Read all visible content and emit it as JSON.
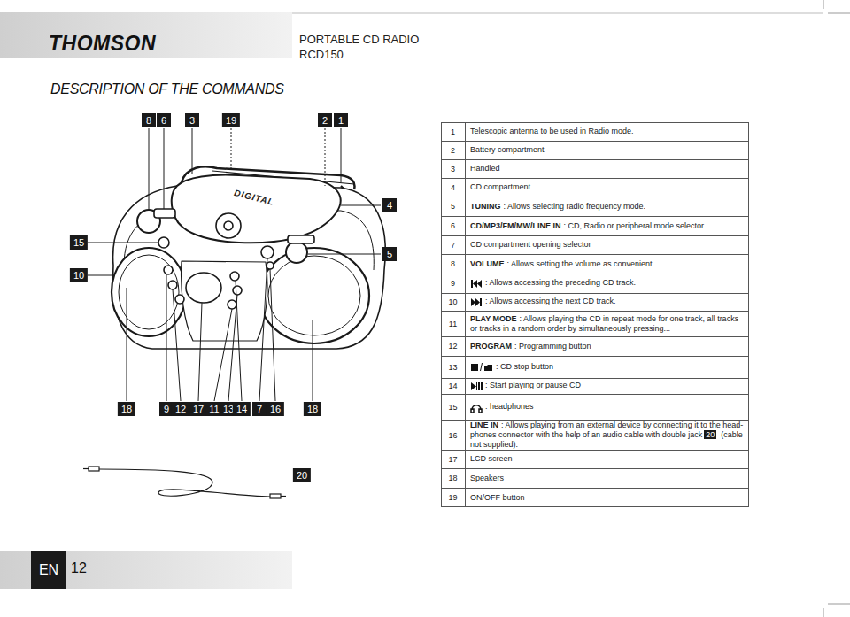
{
  "diagram": {
    "title": "DESCRIPTION OF THE COMMANDS",
    "labels": [
      "THOMSON",
      "PORTABLE CD RADIO",
      "RCD150",
      "8",
      "6",
      "3",
      "19",
      "2",
      "1",
      "4",
      "5",
      "15",
      "10",
      "18",
      "9",
      "12",
      "17",
      "11",
      "13",
      "14",
      "7",
      "16",
      "18",
      "20",
      "DIGITAL",
      "1",
      "Telescopic antenna to be used in Radio mode.",
      "2",
      "Battery compartment",
      "3",
      "Handled",
      "4",
      "CD compartment",
      "5",
      "TUNING",
      ": Allows selecting radio frequency mode.",
      "6",
      "CD/MP3/FM/MW/LINE IN",
      ": CD, Radio or peripheral mode selector.",
      "7",
      "CD compartment opening selector",
      "8",
      "VOLUME",
      ": Allows setting the volume as convenient.",
      "9",
      ": Allows accessing the preceding CD track.",
      "10",
      ": Allows accessing the next CD track.",
      "11",
      "PLAY MODE",
      ": Allows playing the CD in repeat mode for one track, all tracks or tracks in a random order by simultaneously pressing...",
      "12",
      "PROGRAM",
      ": Programming button",
      "13",
      ": CD stop button",
      "14",
      ": Start playing or pause CD",
      "15",
      ": headphones",
      "16",
      "LINE IN",
      ": Allows playing from an external device by connecting it to the head-phones connector with the help of an audio cable with double jack",
      "20",
      "(cable not supplied).",
      "17",
      "LCD screen",
      "18",
      "Speakers",
      "19",
      "ON/OFF button",
      "EN",
      "12"
    ]
  }
}
